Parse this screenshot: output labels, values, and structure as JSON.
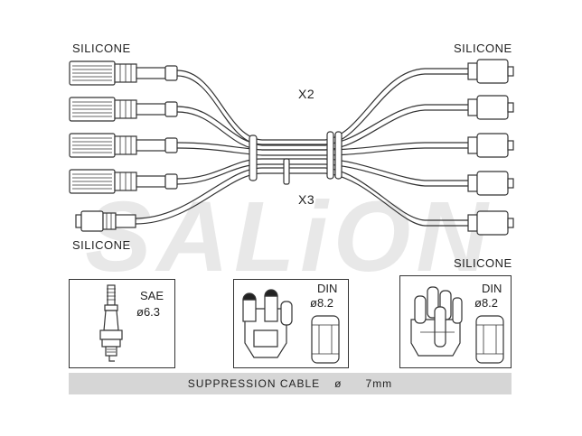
{
  "labels": {
    "silicone_top_left": "SILICONE",
    "silicone_top_right": "SILICONE",
    "silicone_bottom_left": "SILICONE",
    "silicone_right_mid": "SILICONE",
    "x2": "X2",
    "x3": "X3"
  },
  "watermark": "SALiON",
  "panels": {
    "sae": {
      "name": "SAE",
      "size": "ø6.3"
    },
    "din_center": {
      "name": "DIN",
      "size": "ø8.2"
    },
    "din_right": {
      "name": "DIN",
      "size": "ø8.2"
    }
  },
  "footer": {
    "text": "SUPPRESSION CABLE",
    "symbol": "ø",
    "value": "7mm"
  },
  "colors": {
    "footer_bg": "#d6d6d6",
    "line": "#333333",
    "watermark": "#e6e6e6"
  }
}
